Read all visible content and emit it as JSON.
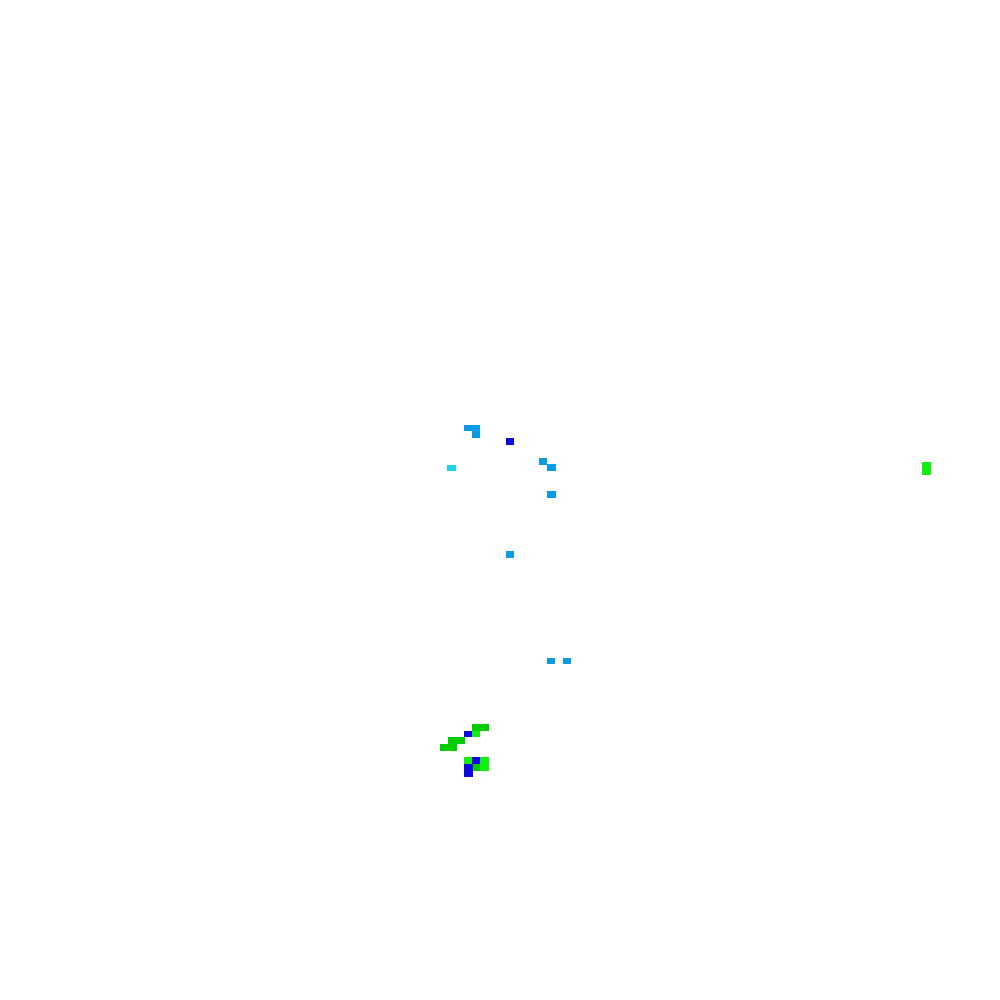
{
  "palette": {
    "background": "#ffffff",
    "sky_blue": "#0a9be6",
    "cyan": "#1ad6e6",
    "blue": "#0a0ae0",
    "green": "#00cc00",
    "bright_green": "#11ee11"
  },
  "pixels": [
    {
      "color": "sky_blue"
    },
    {
      "color": "sky_blue"
    },
    {
      "color": "blue"
    },
    {
      "color": "cyan"
    },
    {
      "color": "sky_blue"
    },
    {
      "color": "sky_blue"
    },
    {
      "color": "sky_blue"
    },
    {
      "color": "sky_blue"
    },
    {
      "color": "sky_blue"
    },
    {
      "color": "sky_blue"
    },
    {
      "color": "green"
    },
    {
      "color": "bright_green"
    },
    {
      "color": "blue"
    },
    {
      "color": "green"
    },
    {
      "color": "green"
    },
    {
      "color": "bright_green"
    },
    {
      "color": "blue"
    },
    {
      "color": "bright_green"
    },
    {
      "color": "green"
    },
    {
      "color": "blue"
    },
    {
      "color": "bright_green"
    }
  ]
}
